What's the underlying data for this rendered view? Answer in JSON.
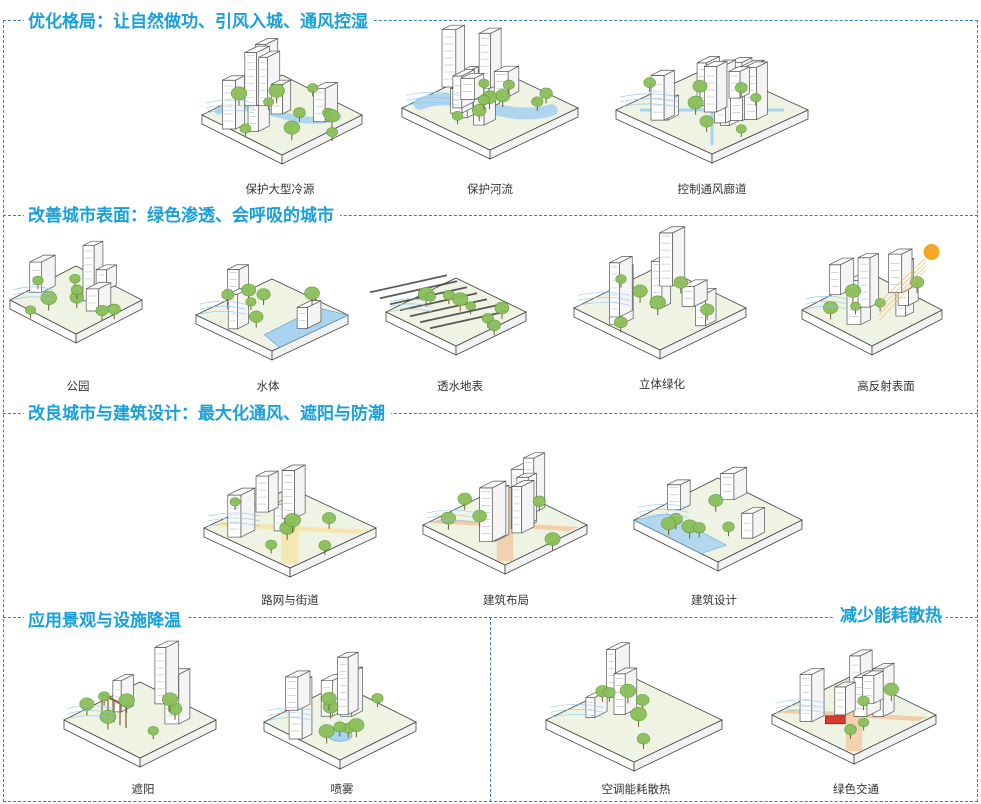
{
  "sections": [
    {
      "title": "优化格局：让自然做功、引风入城、通风控湿",
      "items": [
        {
          "label": "保护大型冷源",
          "icon": "large-cold-source-block-illustration"
        },
        {
          "label": "保护河流",
          "icon": "river-block-illustration"
        },
        {
          "label": "控制通风廊道",
          "icon": "ventilation-corridor-block-illustration"
        }
      ]
    },
    {
      "title": "改善城市表面：绿色渗透、会呼吸的城市",
      "items": [
        {
          "label": "公园",
          "icon": "park-block-illustration"
        },
        {
          "label": "水体",
          "icon": "water-body-block-illustration"
        },
        {
          "label": "透水地表",
          "icon": "permeable-surface-block-illustration"
        },
        {
          "label": "立体绿化",
          "icon": "vertical-greening-block-illustration"
        },
        {
          "label": "高反射表面",
          "icon": "high-reflective-surface-block-illustration"
        }
      ]
    },
    {
      "title": "改良城市与建筑设计：最大化通风、遮阳与防潮",
      "items": [
        {
          "label": "路网与街道",
          "icon": "road-network-block-illustration"
        },
        {
          "label": "建筑布局",
          "icon": "building-layout-block-illustration"
        },
        {
          "label": "建筑设计",
          "icon": "architectural-design-block-illustration"
        }
      ]
    },
    {
      "title": "应用景观与设施降温",
      "items": [
        {
          "label": "遮阳",
          "icon": "shading-block-illustration"
        },
        {
          "label": "喷雾",
          "icon": "spray-block-illustration"
        }
      ]
    },
    {
      "title": "减少能耗散热",
      "items": [
        {
          "label": "空调能耗散热",
          "icon": "ac-heat-block-illustration"
        },
        {
          "label": "绿色交通",
          "icon": "green-transport-block-illustration"
        }
      ]
    }
  ],
  "colors": {
    "title": "#1aa0d8",
    "border": "#3a7fb0",
    "tree": "#8bbf5a",
    "tree_dark": "#5f9a3a",
    "ground": "#eef3e4",
    "water": "#a9d3ef",
    "road_orange": "#f3c9a0",
    "road_yellow": "#f6e4a6",
    "sun": "#f5a623",
    "bus": "#d83a2e"
  }
}
